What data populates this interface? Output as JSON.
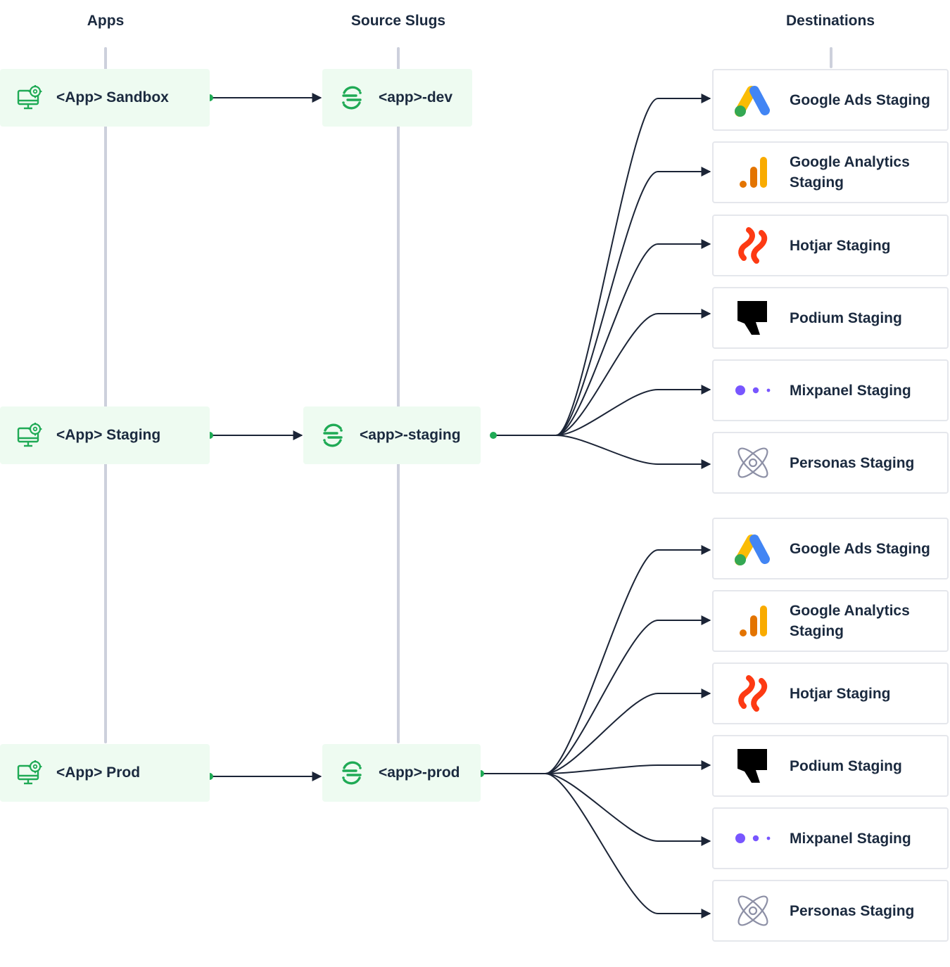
{
  "columns": {
    "apps": "Apps",
    "source_slugs": "Source Slugs",
    "destinations": "Destinations"
  },
  "apps": [
    {
      "label": "<App> Sandbox",
      "icon": "monitor-gear-icon"
    },
    {
      "label": "<App> Staging",
      "icon": "monitor-gear-icon"
    },
    {
      "label": "<App> Prod",
      "icon": "monitor-gear-icon"
    }
  ],
  "sources": [
    {
      "label": "<app>-dev",
      "icon": "segment-logo-icon"
    },
    {
      "label": "<app>-staging",
      "icon": "segment-logo-icon"
    },
    {
      "label": "<app>-prod",
      "icon": "segment-logo-icon"
    }
  ],
  "destination_groups": [
    {
      "source": "<app>-staging",
      "items": [
        {
          "label": "Google Ads Staging",
          "icon": "google-ads-icon"
        },
        {
          "label": "Google Analytics Staging",
          "icon": "google-analytics-icon"
        },
        {
          "label": "Hotjar Staging",
          "icon": "hotjar-icon"
        },
        {
          "label": "Podium Staging",
          "icon": "podium-icon"
        },
        {
          "label": "Mixpanel Staging",
          "icon": "mixpanel-icon"
        },
        {
          "label": "Personas Staging",
          "icon": "personas-icon"
        }
      ]
    },
    {
      "source": "<app>-prod",
      "items": [
        {
          "label": "Google Ads Staging",
          "icon": "google-ads-icon"
        },
        {
          "label": "Google Analytics Staging",
          "icon": "google-analytics-icon"
        },
        {
          "label": "Hotjar Staging",
          "icon": "hotjar-icon"
        },
        {
          "label": "Podium Staging",
          "icon": "podium-icon"
        },
        {
          "label": "Mixpanel Staging",
          "icon": "mixpanel-icon"
        },
        {
          "label": "Personas Staging",
          "icon": "personas-icon"
        }
      ]
    }
  ],
  "colors": {
    "accent_green": "#1faa55",
    "node_background": "#eefbf1",
    "line": "#1b2436",
    "guide_line": "#cdd0dc"
  }
}
